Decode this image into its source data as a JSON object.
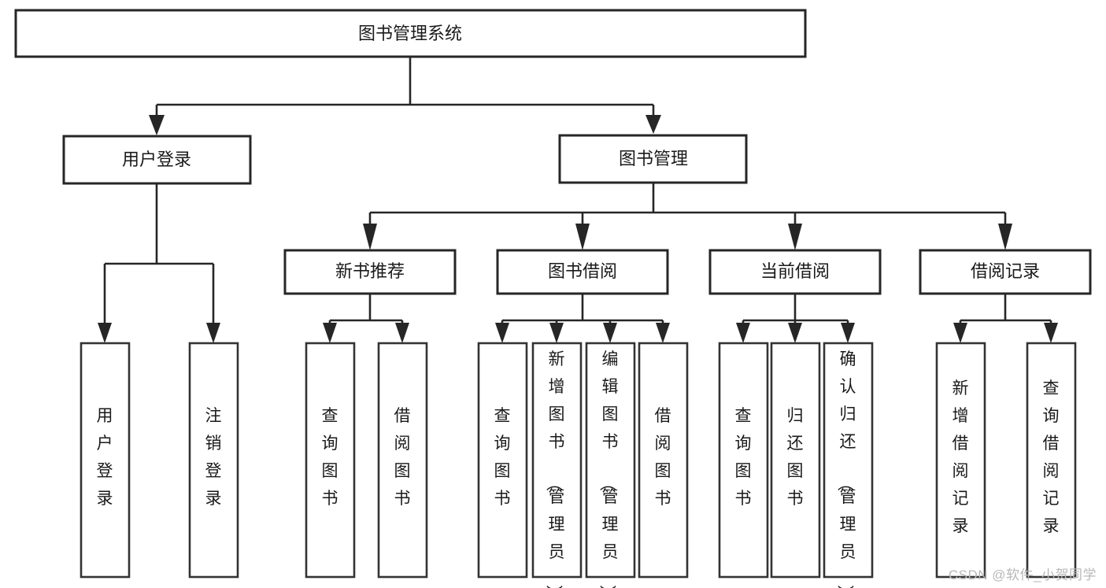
{
  "diagram": {
    "type": "tree-hierarchy",
    "orientation": "top-down",
    "root": {
      "id": "root",
      "label": "图书管理系统"
    },
    "level1": [
      {
        "id": "user-login",
        "label": "用户登录"
      },
      {
        "id": "book-manage",
        "label": "图书管理"
      }
    ],
    "level2": [
      {
        "id": "new-book-recommend",
        "label": "新书推荐",
        "parent": "book-manage"
      },
      {
        "id": "book-borrow",
        "label": "图书借阅",
        "parent": "book-manage"
      },
      {
        "id": "current-borrow",
        "label": "当前借阅",
        "parent": "book-manage"
      },
      {
        "id": "borrow-record",
        "label": "借阅记录",
        "parent": "book-manage"
      }
    ],
    "leaves": [
      {
        "id": "leaf-user-login",
        "label": "用户登录",
        "parent": "user-login"
      },
      {
        "id": "leaf-logout",
        "label": "注销登录",
        "parent": "user-login"
      },
      {
        "id": "leaf-query-book-1",
        "label": "查询图书",
        "parent": "new-book-recommend"
      },
      {
        "id": "leaf-borrow-book-1",
        "label": "借阅图书",
        "parent": "new-book-recommend"
      },
      {
        "id": "leaf-query-book-2",
        "label": "查询图书",
        "parent": "book-borrow"
      },
      {
        "id": "leaf-add-book",
        "label": "新增图书（管理员）",
        "parent": "book-borrow"
      },
      {
        "id": "leaf-edit-book",
        "label": "编辑图书（管理员）",
        "parent": "book-borrow"
      },
      {
        "id": "leaf-borrow-book-2",
        "label": "借阅图书",
        "parent": "book-borrow"
      },
      {
        "id": "leaf-query-book-3",
        "label": "查询图书",
        "parent": "current-borrow"
      },
      {
        "id": "leaf-return-book",
        "label": "归还图书",
        "parent": "current-borrow"
      },
      {
        "id": "leaf-confirm-return",
        "label": "确认归还（管理员）",
        "parent": "current-borrow"
      },
      {
        "id": "leaf-add-record",
        "label": "新增借阅记录",
        "parent": "borrow-record"
      },
      {
        "id": "leaf-query-record",
        "label": "查询借阅记录",
        "parent": "borrow-record"
      }
    ],
    "colors": {
      "box_stroke": "#262626",
      "box_fill": "#ffffff",
      "text": "#1a1a1a",
      "connector": "#262626",
      "background": "#ffffff",
      "watermark": "#b8b8b8"
    }
  },
  "watermark": {
    "text": "CSDN @软件_小贺同学"
  }
}
